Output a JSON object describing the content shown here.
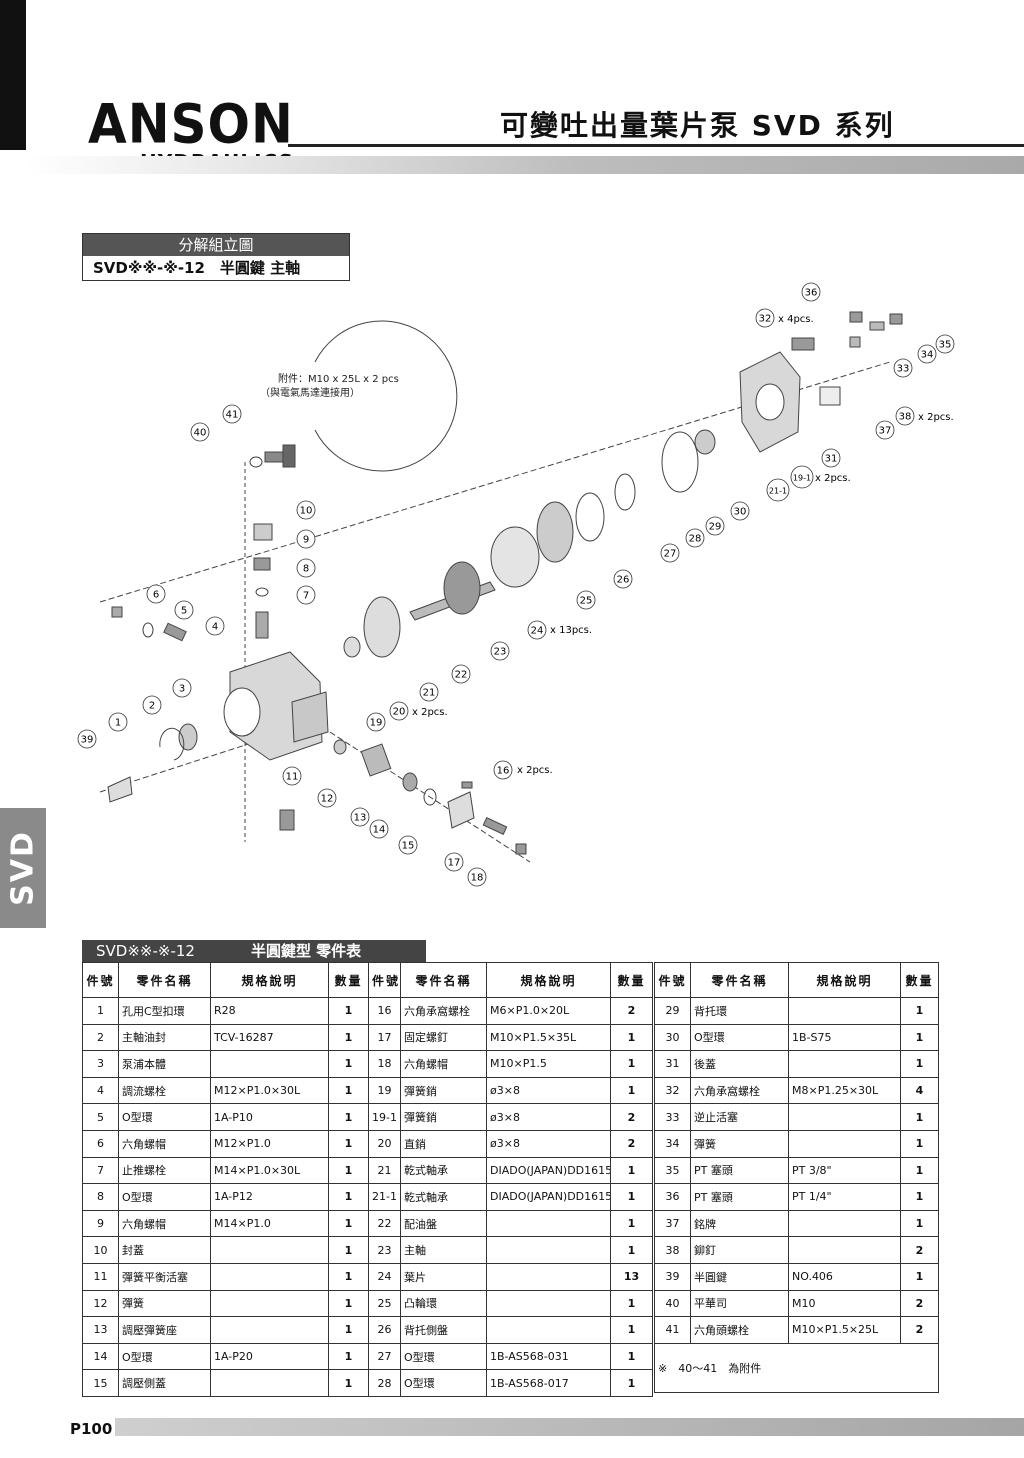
{
  "header": {
    "logo_main": "ANSON",
    "logo_sub": "HYDRAULICS",
    "title": "可變吐出量葉片泵 SVD 系列"
  },
  "side_tab": "SVD",
  "diagram_section": {
    "heading": "分解組立圖",
    "model": "SVD※※-※-12　半圓鍵 主軸"
  },
  "diagram": {
    "accessory_note_1": "附件：M10 x 25L x 2 pcs",
    "accessory_note_2": "（與電氣馬達連接用）",
    "qty_notes": {
      "p32": "x 4pcs.",
      "p38": "x 2pcs.",
      "p19_1": "x 2pcs.",
      "p24": "x 13pcs.",
      "p20": "x 2pcs.",
      "p16": "x 2pcs."
    },
    "callouts": [
      "36",
      "32",
      "35",
      "34",
      "33",
      "38",
      "37",
      "31",
      "19-1",
      "21-1",
      "30",
      "29",
      "28",
      "27",
      "26",
      "25",
      "24",
      "23",
      "22",
      "21",
      "20",
      "19",
      "41",
      "40",
      "10",
      "9",
      "8",
      "7",
      "6",
      "5",
      "4",
      "3",
      "2",
      "1",
      "39",
      "11",
      "12",
      "13",
      "14",
      "15",
      "16",
      "17",
      "18"
    ]
  },
  "table_section": {
    "label_model": "SVD※※-※-12",
    "label_title": "半圓鍵型 零件表"
  },
  "table": {
    "headers": [
      "件號",
      "零件名稱",
      "規格說明",
      "數量"
    ],
    "col1": [
      {
        "no": "1",
        "name": "孔用C型扣環",
        "spec": "R28",
        "qty": "1"
      },
      {
        "no": "2",
        "name": "主軸油封",
        "spec": "TCV-16287",
        "qty": "1"
      },
      {
        "no": "3",
        "name": "泵浦本體",
        "spec": "",
        "qty": "1"
      },
      {
        "no": "4",
        "name": "調流螺栓",
        "spec": "M12×P1.0×30L",
        "qty": "1"
      },
      {
        "no": "5",
        "name": "O型環",
        "spec": "1A-P10",
        "qty": "1"
      },
      {
        "no": "6",
        "name": "六角螺帽",
        "spec": "M12×P1.0",
        "qty": "1"
      },
      {
        "no": "7",
        "name": "止推螺栓",
        "spec": "M14×P1.0×30L",
        "qty": "1"
      },
      {
        "no": "8",
        "name": "O型環",
        "spec": "1A-P12",
        "qty": "1"
      },
      {
        "no": "9",
        "name": "六角螺帽",
        "spec": "M14×P1.0",
        "qty": "1"
      },
      {
        "no": "10",
        "name": "封蓋",
        "spec": "",
        "qty": "1"
      },
      {
        "no": "11",
        "name": "彈簧平衡活塞",
        "spec": "",
        "qty": "1"
      },
      {
        "no": "12",
        "name": "彈簧",
        "spec": "",
        "qty": "1"
      },
      {
        "no": "13",
        "name": "調壓彈簧座",
        "spec": "",
        "qty": "1"
      },
      {
        "no": "14",
        "name": "O型環",
        "spec": "1A-P20",
        "qty": "1"
      },
      {
        "no": "15",
        "name": "調壓側蓋",
        "spec": "",
        "qty": "1"
      }
    ],
    "col2": [
      {
        "no": "16",
        "name": "六角承窩螺栓",
        "spec": "M6×P1.0×20L",
        "qty": "2"
      },
      {
        "no": "17",
        "name": "固定螺釘",
        "spec": "M10×P1.5×35L",
        "qty": "1"
      },
      {
        "no": "18",
        "name": "六角螺帽",
        "spec": "M10×P1.5",
        "qty": "1"
      },
      {
        "no": "19",
        "name": "彈簧銷",
        "spec": "ø3×8",
        "qty": "1"
      },
      {
        "no": "19-1",
        "name": "彈簧銷",
        "spec": "ø3×8",
        "qty": "2"
      },
      {
        "no": "20",
        "name": "直銷",
        "spec": "ø3×8",
        "qty": "2"
      },
      {
        "no": "21",
        "name": "乾式軸承",
        "spec": "DIADO(JAPAN)DD1615",
        "qty": "1"
      },
      {
        "no": "21-1",
        "name": "乾式軸承",
        "spec": "DIADO(JAPAN)DD1615",
        "qty": "1"
      },
      {
        "no": "22",
        "name": "配油盤",
        "spec": "",
        "qty": "1"
      },
      {
        "no": "23",
        "name": "主軸",
        "spec": "",
        "qty": "1"
      },
      {
        "no": "24",
        "name": "葉片",
        "spec": "",
        "qty": "13"
      },
      {
        "no": "25",
        "name": "凸輪環",
        "spec": "",
        "qty": "1"
      },
      {
        "no": "26",
        "name": "背托側盤",
        "spec": "",
        "qty": "1"
      },
      {
        "no": "27",
        "name": "O型環",
        "spec": "1B-AS568-031",
        "qty": "1"
      },
      {
        "no": "28",
        "name": "O型環",
        "spec": "1B-AS568-017",
        "qty": "1"
      }
    ],
    "col3": [
      {
        "no": "29",
        "name": "背托環",
        "spec": "",
        "qty": "1"
      },
      {
        "no": "30",
        "name": "O型環",
        "spec": "1B-S75",
        "qty": "1"
      },
      {
        "no": "31",
        "name": "後蓋",
        "spec": "",
        "qty": "1"
      },
      {
        "no": "32",
        "name": "六角承窩螺栓",
        "spec": "M8×P1.25×30L",
        "qty": "4"
      },
      {
        "no": "33",
        "name": "逆止活塞",
        "spec": "",
        "qty": "1"
      },
      {
        "no": "34",
        "name": "彈簧",
        "spec": "",
        "qty": "1"
      },
      {
        "no": "35",
        "name": "PT 塞頭",
        "spec": "PT 3/8\"",
        "qty": "1"
      },
      {
        "no": "36",
        "name": "PT 塞頭",
        "spec": "PT 1/4\"",
        "qty": "1"
      },
      {
        "no": "37",
        "name": "銘牌",
        "spec": "",
        "qty": "1"
      },
      {
        "no": "38",
        "name": "鉚釘",
        "spec": "",
        "qty": "2"
      },
      {
        "no": "39",
        "name": "半圓鍵",
        "spec": "NO.406",
        "qty": "1"
      },
      {
        "no": "40",
        "name": "平華司",
        "spec": "M10",
        "qty": "2"
      },
      {
        "no": "41",
        "name": "六角頭螺栓",
        "spec": "M10×P1.5×25L",
        "qty": "2"
      }
    ],
    "note": "※　40～41　為附件"
  },
  "footer": {
    "page": "P100"
  }
}
